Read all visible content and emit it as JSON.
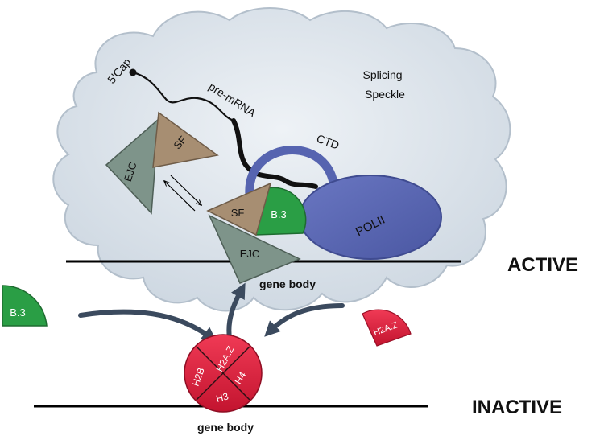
{
  "labels": {
    "cap": "5'Cap",
    "pre_mrna": "pre-mRNA",
    "speckle_line1": "Splicing",
    "speckle_line2": "Speckle",
    "ctd": "CTD",
    "polii": "POLII",
    "sf_top": "SF",
    "ejc_top": "EJC",
    "sf_bottom": "SF",
    "b3_bound": "B.3",
    "ejc_bottom": "EJC",
    "gene_body_active": "gene body",
    "active": "ACTIVE",
    "inactive": "INACTIVE",
    "b3_free": "B.3",
    "h2az_free": "H2A.Z",
    "nuc_h2az": "H2A.Z",
    "nuc_h2b": "H2B",
    "nuc_h4": "H4",
    "nuc_h3": "H3",
    "gene_body_inactive": "gene body"
  },
  "colors": {
    "speckle": "#dfe6ee",
    "ejc": "#7e948a",
    "sf": "#a78e72",
    "b3": "#2a9e45",
    "polii": "#5664b0",
    "histone": "#d9203f",
    "arrow": "#3b4a5e",
    "line": "#000000"
  }
}
